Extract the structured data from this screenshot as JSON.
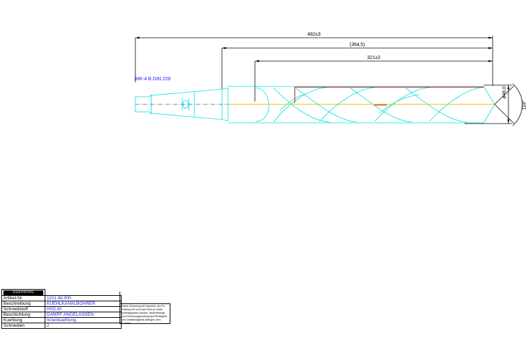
{
  "dimensions": {
    "overall": "482±3",
    "mid": "(364,5)",
    "flute": "321±2",
    "diameter": "ø48,0",
    "angle": "118°"
  },
  "taper_label": "MK-4 B DIN 228",
  "title_block": {
    "logo": "GUEHRING",
    "rows": [
      {
        "label": "Artikel-Nr.",
        "value": "1101  48,000"
      },
      {
        "label": "Beschreibung",
        "value": "KUEHLKANALBOHRER"
      },
      {
        "label": "Schneidstoff",
        "value": "HSS-KI"
      },
      {
        "label": "Beschichtung",
        "value": "DAMPF ANGELASSEN"
      },
      {
        "label": "Kuehlung",
        "value": "Innenkuehlung"
      },
      {
        "label": "Schneiden",
        "value": "2"
      }
    ]
  },
  "notice": "Diese Zeichnung ist Eigentum der Fa. Gühring KG und darf nicht an Dritte weitergegeben werden. Bearbeitungs- und Zeichnungsprüfung (auf Richtigkeit und Vollständigkeit) obliegen dem Kunden.",
  "colors": {
    "outline": "#00e0e0",
    "dimension": "#000000",
    "center_line": "#e0c000",
    "marker": "#e00000",
    "label": "#1a1aff"
  }
}
